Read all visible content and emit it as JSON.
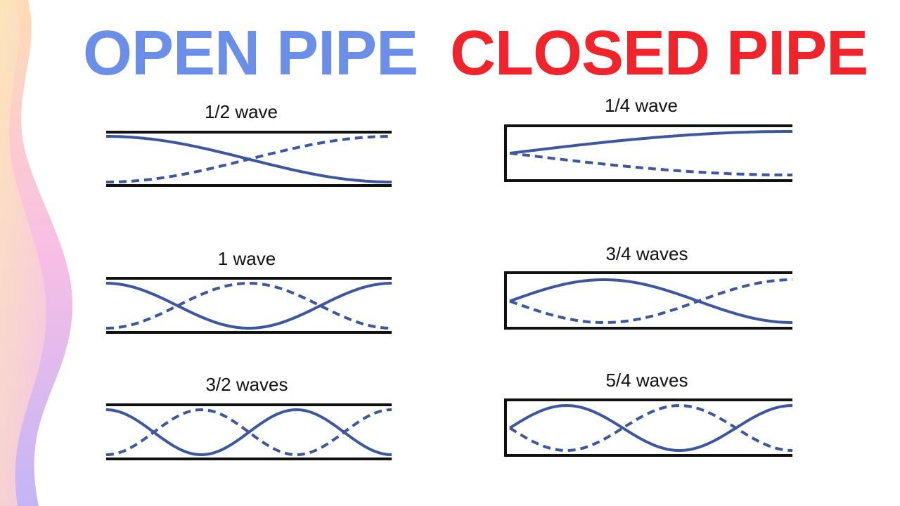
{
  "headings": {
    "open": "OPEN PIPE",
    "closed": "CLOSED PIPE"
  },
  "colors": {
    "open_heading": "#6b8ee8",
    "closed_heading": "#f0242a",
    "wave": "#3d56a0",
    "pipe_wall": "#111111"
  },
  "open_pipe": {
    "diagrams": [
      {
        "label": "1/2 wave",
        "waves": 0.5
      },
      {
        "label": "1 wave",
        "waves": 1
      },
      {
        "label": "3/2 waves",
        "waves": 1.5
      }
    ]
  },
  "closed_pipe": {
    "diagrams": [
      {
        "label": "1/4 wave",
        "waves": 0.25
      },
      {
        "label": "3/4 waves",
        "waves": 0.75
      },
      {
        "label": "5/4 waves",
        "waves": 1.25
      }
    ]
  }
}
